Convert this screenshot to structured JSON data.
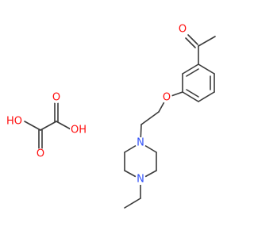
{
  "diagram_type": "chemical-structure",
  "colors": {
    "bond": "#3a3a3a",
    "oxygen": "#ff0d0d",
    "nitrogen": "#3050f8"
  },
  "labels": {
    "ketone_oxygen": "O",
    "ether_oxygen": "O",
    "piperazine_n_top": "N",
    "piperazine_n_bottom": "N",
    "oxalic_oh_left": "HO",
    "oxalic_o_top_left": "O",
    "oxalic_o_top_right": "O",
    "oxalic_oh_right": "OH",
    "oxalic_o_bottom_left": "O"
  }
}
